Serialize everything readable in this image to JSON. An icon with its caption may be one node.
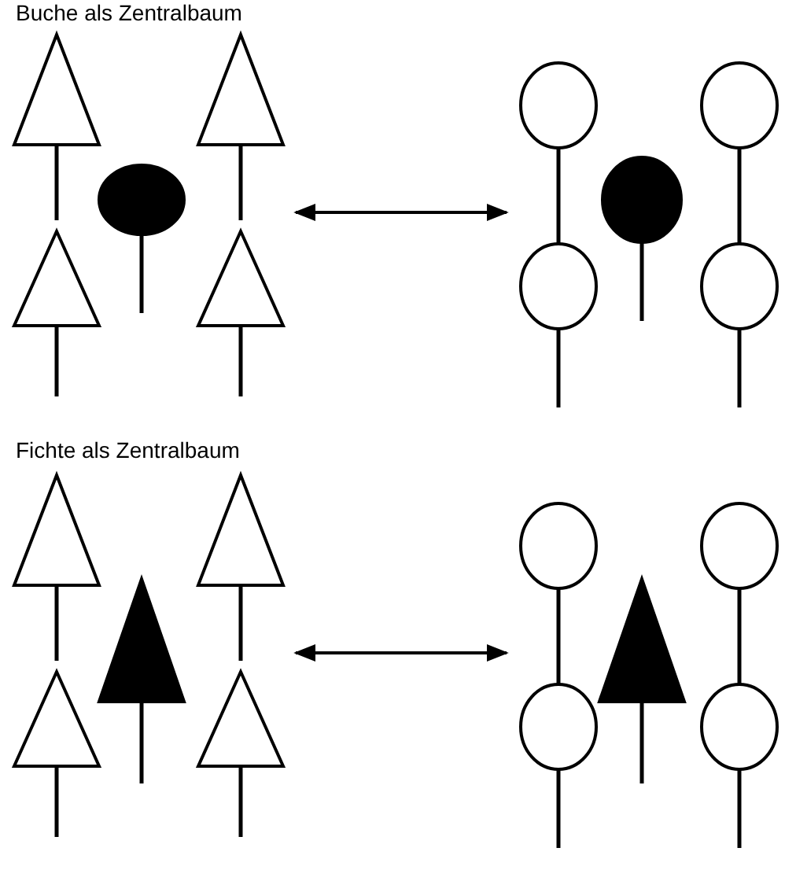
{
  "diagram": {
    "nodes": [
      {
        "text": [],
        "shape": "picture"
      },
      {
        "text": [],
        "shape": "picture"
      },
      {
        "text": [],
        "shape": "picture"
      },
      {
        "text": [],
        "shape": "picture"
      }
    ],
    "edges": [
      {
        "from": 0,
        "to": 1,
        "arrow": "both"
      },
      {
        "from": 2,
        "to": 3,
        "arrow": "both"
      }
    ],
    "labels": [
      "Buche als Zentralbaum",
      "Fichte als Zentralbaum"
    ]
  }
}
